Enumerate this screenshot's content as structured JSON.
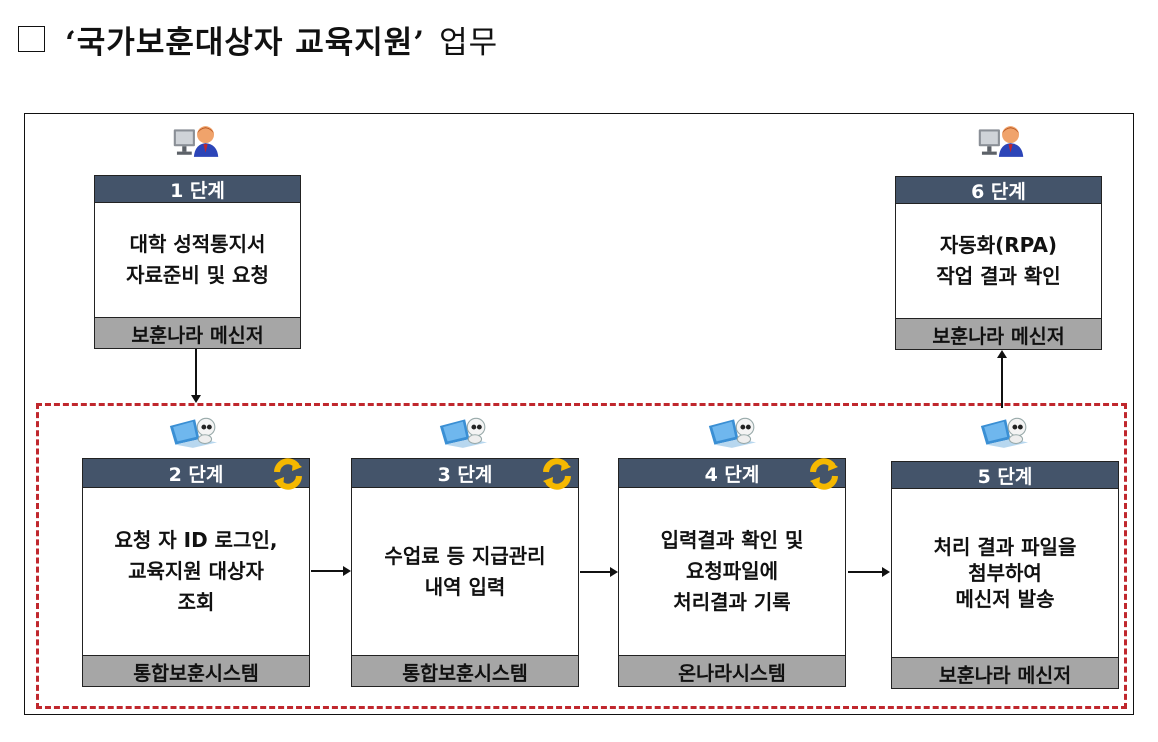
{
  "title": {
    "checkbox_icon": "empty-square",
    "main": "‘국가보훈대상자 교육지원’",
    "suffix": "업무"
  },
  "colors": {
    "step_header": "#44546a",
    "step_footer": "#a6a6a6",
    "automation_border": "#c0272d",
    "sync_icon": "#f5b800"
  },
  "steps": [
    {
      "header": "1 단계",
      "lines": [
        "대학 성적통지서",
        "자료준비 및 요청"
      ],
      "system": "보훈나라 메신저",
      "actor_icon": "person-at-computer-icon",
      "automated": false
    },
    {
      "header": "2 단계",
      "lines": [
        "요청 자 ID 로그인,",
        "교육지원 대상자",
        "조회"
      ],
      "system": "통합보훈시스템",
      "actor_icon": "robot-laptop-icon",
      "automated": true
    },
    {
      "header": "3 단계",
      "lines": [
        "수업료 등 지급관리",
        "내역 입력"
      ],
      "system": "통합보훈시스템",
      "actor_icon": "robot-laptop-icon",
      "automated": true
    },
    {
      "header": "4 단계",
      "lines": [
        "입력결과 확인 및",
        "요청파일에",
        "처리결과 기록"
      ],
      "system": "온나라시스템",
      "actor_icon": "robot-laptop-icon",
      "automated": true
    },
    {
      "header": "5 단계",
      "lines": [
        "처리 결과 파일을",
        "첨부하여",
        "메신저 발송"
      ],
      "system": "보훈나라 메신저",
      "actor_icon": "robot-laptop-icon",
      "automated": false
    },
    {
      "header": "6 단계",
      "lines": [
        "자동화(RPA)",
        "작업 결과 확인"
      ],
      "system": "보훈나라 메신저",
      "actor_icon": "person-at-computer-icon",
      "automated": false
    }
  ]
}
